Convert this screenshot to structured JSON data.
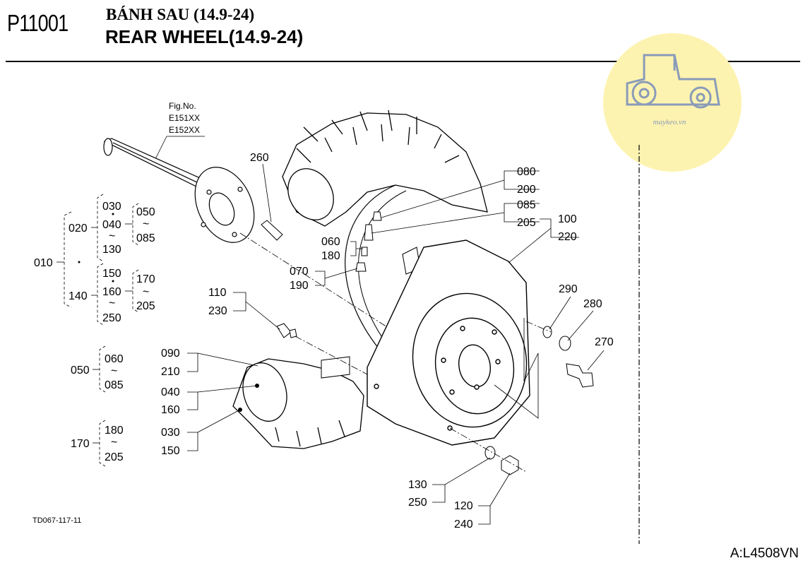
{
  "header": {
    "page_code": "P11001",
    "title_vn": "BÁNH SAU (14.9-24)",
    "title_en": "REAR WHEEL(14.9-24)"
  },
  "fig": {
    "heading": "Fig.No.",
    "no1": "E151XX",
    "no2": "E152XX"
  },
  "watermark": {
    "text": "maykeo.vn",
    "bg_color": "#fdf3b0",
    "icon": "tractor-icon"
  },
  "tree": {
    "a": "010",
    "b": "020",
    "c": "030",
    "d": "040",
    "e": "130",
    "f": "050",
    "g": "085",
    "h": "140",
    "i": "150",
    "j": "160",
    "k": "250",
    "l": "170",
    "m": "205",
    "n": "050",
    "o": "060",
    "p": "085",
    "q": "170",
    "r": "180",
    "s": "205"
  },
  "callouts": {
    "c260": "260",
    "c080": "080",
    "c200": "200",
    "c085": "085",
    "c205": "205",
    "c100": "100",
    "c220": "220",
    "c060": "060",
    "c180": "180",
    "c070": "070",
    "c190": "190",
    "c110": "110",
    "c230": "230",
    "c290": "290",
    "c280": "280",
    "c270": "270",
    "c090": "090",
    "c210": "210",
    "c040": "040",
    "c160": "160",
    "c030": "030",
    "c150": "150",
    "c130": "130",
    "c250": "250",
    "c120": "120",
    "c240": "240"
  },
  "footer": {
    "left": "TD067-117-11",
    "right": "A:L4508VN"
  }
}
